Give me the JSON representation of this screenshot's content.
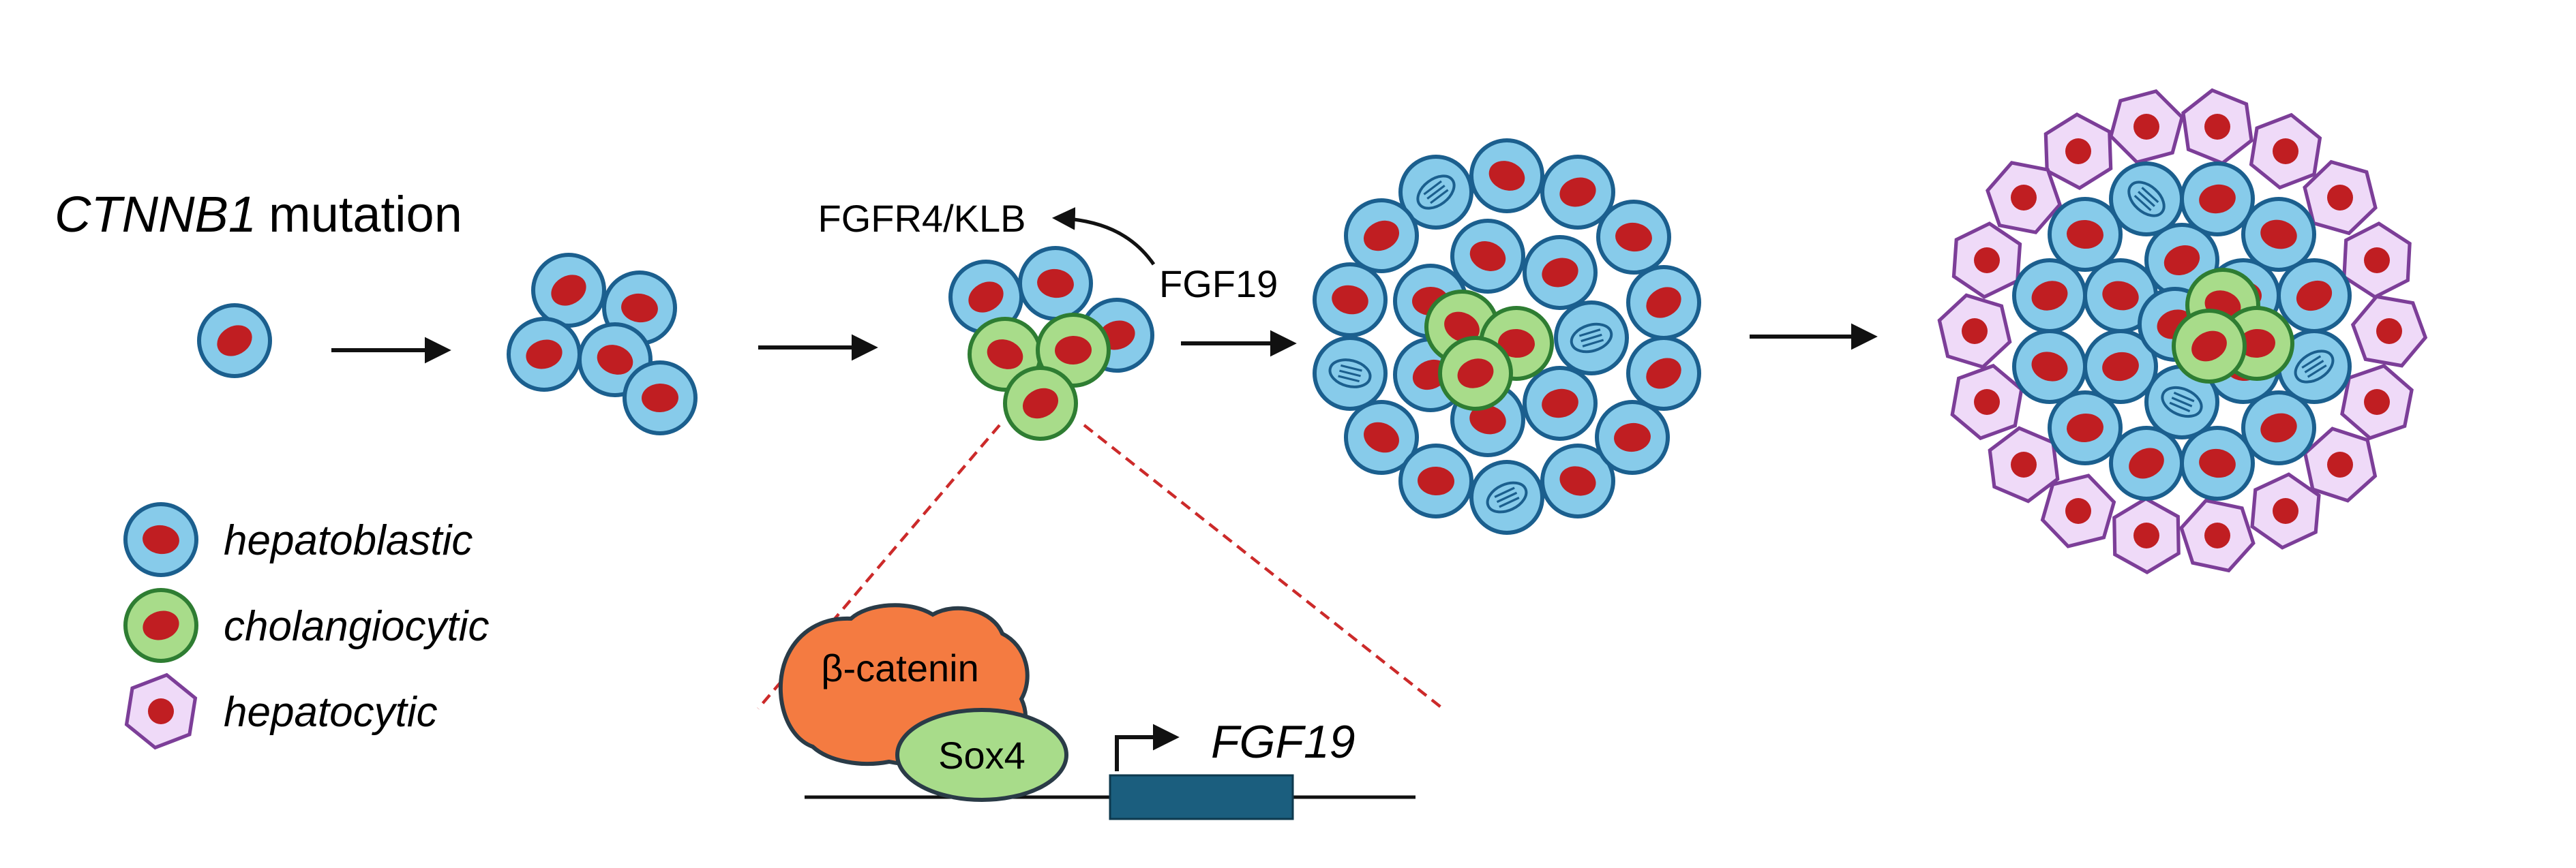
{
  "colors": {
    "hepatoblastic_fill": "#87CBEA",
    "hepatoblastic_stroke": "#1B5F8E",
    "cholangiocytic_fill": "#A8DC8A",
    "cholangiocytic_stroke": "#2E7D32",
    "hepatocytic_fill": "#EFDAF8",
    "hepatocytic_stroke": "#7C3E98",
    "nucleus_red": "#C01E22",
    "mitotic_blue": "#1B5F8E",
    "beta_catenin_fill": "#F47B41",
    "sox4_fill": "#A8DC8A",
    "blob_outline": "#2A3B47",
    "gene_box_fill": "#1B5E7E",
    "zoom_dash_red": "#CC2A2A",
    "arrow_black": "#111111"
  },
  "title": {
    "gene": "CTNNB1",
    "mutation": "mutation"
  },
  "signaling": {
    "receptor_label": "FGFR4/KLB",
    "ligand_label": "FGF19"
  },
  "promoter": {
    "tf_top": "β-catenin",
    "tf_bottom": "Sox4",
    "gene_label": "FGF19"
  },
  "legend": {
    "items": [
      {
        "type": "hb",
        "label": "hepatoblastic"
      },
      {
        "type": "ch",
        "label": "cholangiocytic"
      },
      {
        "type": "hp",
        "label": "hepatocytic"
      }
    ]
  },
  "stages": [
    [
      [
        172,
        250,
        "hb"
      ]
    ],
    [
      [
        417,
        213,
        "hb"
      ],
      [
        469,
        226,
        "hb"
      ],
      [
        399,
        260,
        "hb"
      ],
      [
        451,
        264,
        "hb"
      ],
      [
        484,
        292,
        "hb"
      ]
    ],
    [
      [
        723,
        218,
        "hb"
      ],
      [
        774,
        208,
        "hb"
      ],
      [
        819,
        246,
        "hb"
      ],
      [
        737,
        260,
        "ch"
      ],
      [
        787,
        257,
        "ch"
      ],
      [
        763,
        296,
        "ch"
      ]
    ],
    [
      [
        1220,
        222,
        "hb"
      ],
      [
        1198,
        174,
        "hb"
      ],
      [
        1157,
        141,
        "hb"
      ],
      [
        1105,
        129,
        "hb"
      ],
      [
        1053,
        141,
        "hb",
        "m"
      ],
      [
        1013,
        173,
        "hb"
      ],
      [
        990,
        220,
        "hb"
      ],
      [
        990,
        274,
        "hb",
        "m"
      ],
      [
        1013,
        321,
        "hb"
      ],
      [
        1053,
        353,
        "hb"
      ],
      [
        1105,
        365,
        "hb",
        "m"
      ],
      [
        1157,
        353,
        "hb"
      ],
      [
        1197,
        321,
        "hb"
      ],
      [
        1220,
        274,
        "hb"
      ],
      [
        1167,
        248,
        "hb",
        "m"
      ],
      [
        1144,
        200,
        "hb"
      ],
      [
        1091,
        188,
        "hb"
      ],
      [
        1049,
        221,
        "hb"
      ],
      [
        1049,
        275,
        "hb"
      ],
      [
        1091,
        308,
        "hb"
      ],
      [
        1144,
        296,
        "hb"
      ],
      [
        1072,
        240,
        "ch"
      ],
      [
        1112,
        252,
        "ch"
      ],
      [
        1082,
        274,
        "ch"
      ]
    ],
    [
      [
        1752,
        243,
        "hp"
      ],
      [
        1743,
        191,
        "hp"
      ],
      [
        1716,
        145,
        "hp"
      ],
      [
        1676,
        111,
        "hp"
      ],
      [
        1626,
        93,
        "hp"
      ],
      [
        1574,
        93,
        "hp"
      ],
      [
        1524,
        111,
        "hp"
      ],
      [
        1484,
        145,
        "hp"
      ],
      [
        1457,
        191,
        "hp"
      ],
      [
        1448,
        243,
        "hp"
      ],
      [
        1457,
        295,
        "hp"
      ],
      [
        1484,
        341,
        "hp"
      ],
      [
        1524,
        375,
        "hp"
      ],
      [
        1574,
        393,
        "hp"
      ],
      [
        1626,
        393,
        "hp"
      ],
      [
        1676,
        375,
        "hp"
      ],
      [
        1716,
        341,
        "hp"
      ],
      [
        1743,
        295,
        "hp"
      ],
      [
        1697,
        217,
        "hb"
      ],
      [
        1671,
        172,
        "hb"
      ],
      [
        1626,
        146,
        "hb"
      ],
      [
        1574,
        146,
        "hb",
        "m"
      ],
      [
        1529,
        172,
        "hb"
      ],
      [
        1503,
        217,
        "hb"
      ],
      [
        1503,
        269,
        "hb"
      ],
      [
        1529,
        314,
        "hb"
      ],
      [
        1574,
        340,
        "hb"
      ],
      [
        1626,
        340,
        "hb"
      ],
      [
        1671,
        314,
        "hb"
      ],
      [
        1697,
        269,
        "hb",
        "m"
      ],
      [
        1645,
        217,
        "hb"
      ],
      [
        1600,
        191,
        "hb"
      ],
      [
        1555,
        217,
        "hb"
      ],
      [
        1555,
        269,
        "hb"
      ],
      [
        1600,
        295,
        "hb",
        "m"
      ],
      [
        1645,
        269,
        "hb"
      ],
      [
        1595,
        238,
        "hb"
      ],
      [
        1630,
        224,
        "ch"
      ],
      [
        1655,
        252,
        "ch"
      ],
      [
        1620,
        254,
        "ch"
      ]
    ]
  ]
}
